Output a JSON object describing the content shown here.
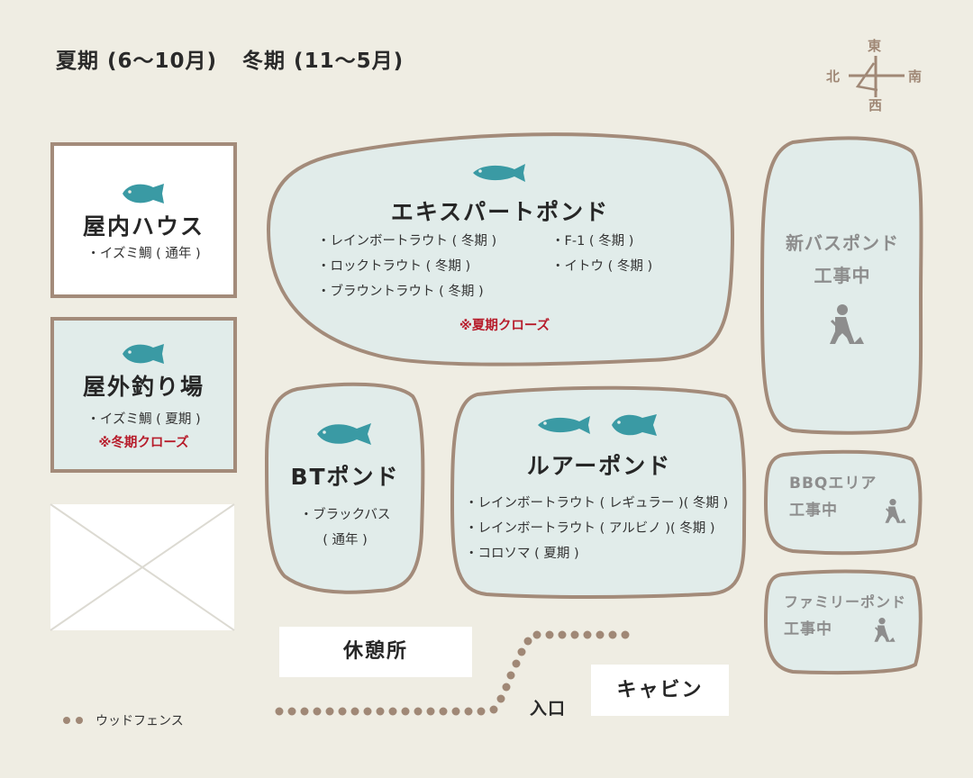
{
  "season": {
    "summer": "夏期 (6～10月)",
    "winter": "冬期 (11～5月)"
  },
  "compass": {
    "east": "東",
    "west": "西",
    "south": "南",
    "north": "北"
  },
  "indoor_house": {
    "title": "屋内ハウス",
    "items": [
      "・イズミ鯛 ( 通年 )"
    ]
  },
  "outdoor_fishing": {
    "title": "屋外釣り場",
    "items": [
      "・イズミ鯛 ( 夏期 )"
    ],
    "closed": "※冬期クローズ"
  },
  "expert_pond": {
    "title": "エキスパートポンド",
    "items_left": [
      "・レインボートラウト ( 冬期 )",
      "・ロックトラウト ( 冬期 )",
      "・ブラウントラウト ( 冬期 )"
    ],
    "items_right": [
      "・F-1 ( 冬期 )",
      "・イトウ ( 冬期 )"
    ],
    "closed": "※夏期クローズ"
  },
  "new_bass_pond": {
    "title": "新バスポンド",
    "status": "工事中"
  },
  "bt_pond": {
    "title": "BTポンド",
    "items": [
      "・ブラックバス",
      "( 通年 )"
    ]
  },
  "lure_pond": {
    "title": "ルアーポンド",
    "items": [
      "・レインボートラウト ( レギュラー )( 冬期 )",
      "・レインボートラウト ( アルビノ )( 冬期 )",
      "・コロソマ ( 夏期 )"
    ]
  },
  "bbq_area": {
    "title": "BBQエリア",
    "status": "工事中"
  },
  "family_pond": {
    "title": "ファミリーポンド",
    "status": "工事中"
  },
  "rest_area": "休憩所",
  "entrance": "入口",
  "cabin": "キャビン",
  "legend": {
    "wood_fence": "ウッドフェンス"
  },
  "colors": {
    "background": "#efede3",
    "pond_fill": "#e1ecea",
    "border": "#a38b7a",
    "fish": "#3a9aa4",
    "closed_text": "#b71c2b",
    "fence": "#a08876"
  }
}
